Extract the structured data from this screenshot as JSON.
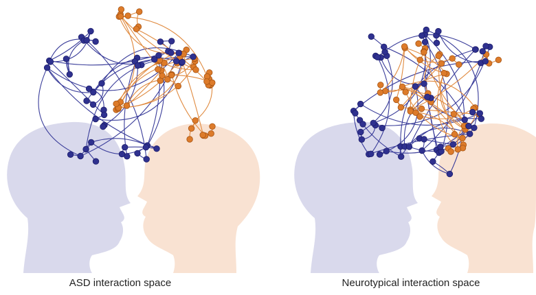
{
  "panels": [
    {
      "caption": "ASD interaction space",
      "network": {
        "pattern": "separated",
        "blue_nodes": 48,
        "orange_nodes": 52
      }
    },
    {
      "caption": "Neurotypical interaction space",
      "network": {
        "pattern": "integrated",
        "blue_nodes": 60,
        "orange_nodes": 45
      }
    }
  ],
  "colors": {
    "head_left": "#d9d9ec",
    "head_right": "#f9e2d2",
    "blue_node": "#2f318f",
    "blue_stroke": "#1c1d6b",
    "blue_edge": "#3a3d9a",
    "orange_node": "#dd7b2a",
    "orange_stroke": "#a65414",
    "orange_edge": "#e08a3f"
  }
}
